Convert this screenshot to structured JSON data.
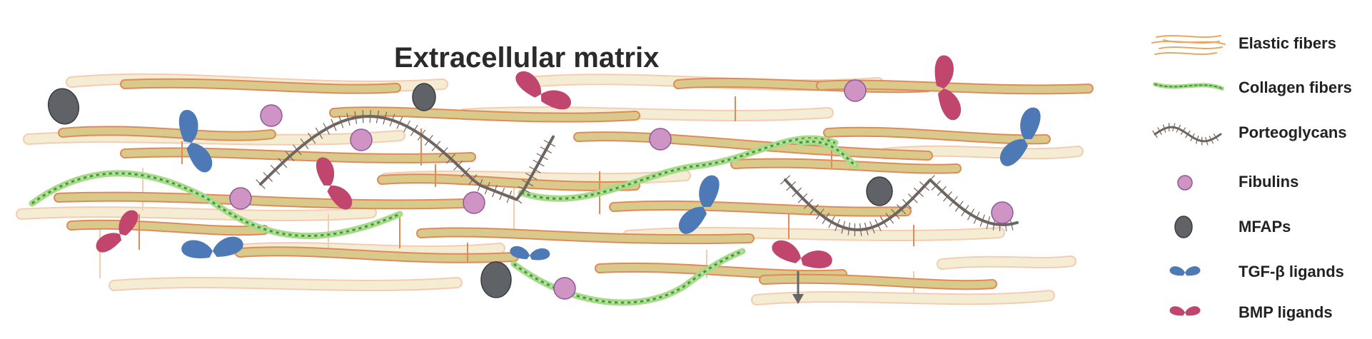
{
  "title": "Extracellular matrix",
  "colors": {
    "elastic_fill": "#d9c98a",
    "elastic_stroke": "#e08a5a",
    "elastic_faint_fill": "#f5ecd4",
    "elastic_faint_stroke": "#f3cdb2",
    "collagen_dark": "#3f9a3a",
    "collagen_light": "#a9d98a",
    "proteoglycan": "#6f6560",
    "fibulin_fill": "#cf94c4",
    "fibulin_stroke": "#8a5a9a",
    "mfap": "#5f6266",
    "tgf_beta": "#4d79b6",
    "bmp": "#c0466e"
  },
  "legend": [
    {
      "icon": "elastic-fiber",
      "label": "Elastic fibers"
    },
    {
      "icon": "collagen-fiber",
      "label": "Collagen fibers"
    },
    {
      "icon": "proteoglycan",
      "label": "Porteoglycans"
    },
    {
      "icon": "fibulin",
      "label": "Fibulins"
    },
    {
      "icon": "mfap",
      "label": "MFAPs"
    },
    {
      "icon": "tgf-beta-ligand",
      "label": "TGF-β ligands"
    },
    {
      "icon": "bmp-ligand",
      "label": "BMP ligands"
    }
  ]
}
